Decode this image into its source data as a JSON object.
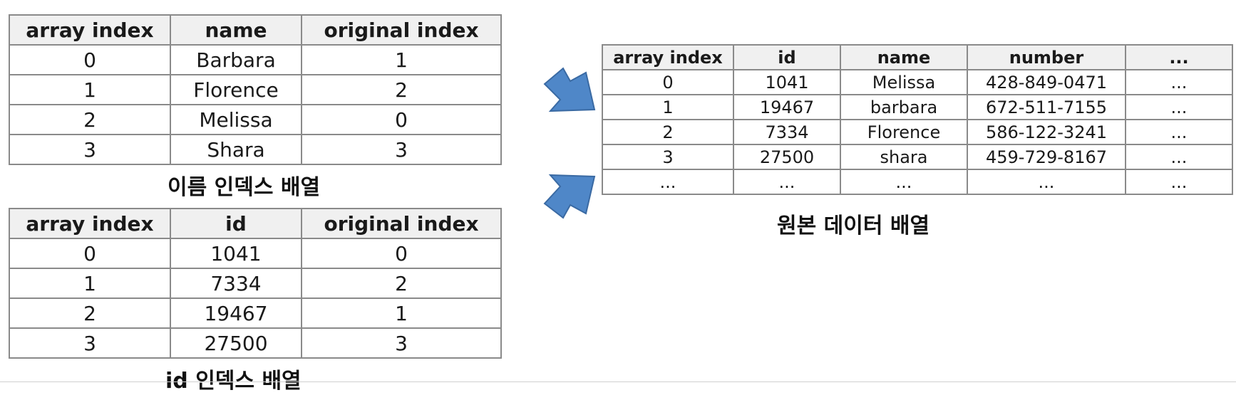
{
  "name_index_table": {
    "caption": "이름 인덱스 배열",
    "headers": [
      "array index",
      "name",
      "original index"
    ],
    "rows": [
      [
        "0",
        "Barbara",
        "1"
      ],
      [
        "1",
        "Florence",
        "2"
      ],
      [
        "2",
        "Melissa",
        "0"
      ],
      [
        "3",
        "Shara",
        "3"
      ]
    ]
  },
  "id_index_table": {
    "caption": "id 인덱스 배열",
    "headers": [
      "array index",
      "id",
      "original index"
    ],
    "rows": [
      [
        "0",
        "1041",
        "0"
      ],
      [
        "1",
        "7334",
        "2"
      ],
      [
        "2",
        "19467",
        "1"
      ],
      [
        "3",
        "27500",
        "3"
      ]
    ]
  },
  "original_table": {
    "caption": "원본 데이터 배열",
    "headers": [
      "array index",
      "id",
      "name",
      "number",
      "..."
    ],
    "rows": [
      [
        "0",
        "1041",
        "Melissa",
        "428-849-0471",
        "..."
      ],
      [
        "1",
        "19467",
        "barbara",
        "672-511-7155",
        "..."
      ],
      [
        "2",
        "7334",
        "Florence",
        "586-122-3241",
        "..."
      ],
      [
        "3",
        "27500",
        "shara",
        "459-729-8167",
        "..."
      ],
      [
        "...",
        "...",
        "...",
        "...",
        "..."
      ]
    ]
  },
  "colors": {
    "arrow": "#4f87c8",
    "arrow_stroke": "#3a6aa3",
    "border": "#8a8a8a",
    "header_bg": "#f0f0f0"
  }
}
